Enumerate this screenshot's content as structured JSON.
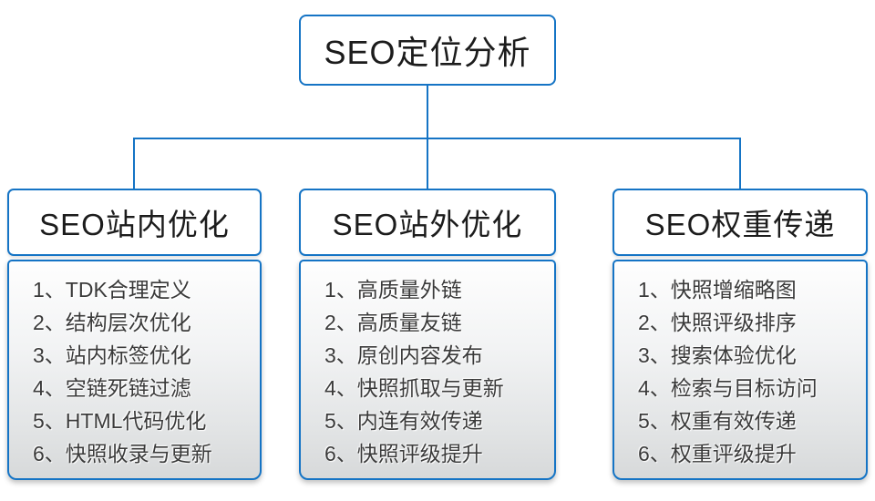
{
  "diagram": {
    "colors": {
      "line": "#1574c5",
      "header_bg": "#ffffff",
      "body_gradient_top": "#fefefe",
      "body_gradient_bottom": "#d7d9da",
      "text": "#1c1c1c",
      "list_text": "#3a3a3a"
    },
    "root": {
      "label": "SEO定位分析"
    },
    "branches": [
      {
        "title": "SEO站内优化",
        "items": [
          "1、TDK合理定义",
          "2、结构层次优化",
          "3、站内标签优化",
          "4、空链死链过滤",
          "5、HTML代码优化",
          "6、快照收录与更新"
        ]
      },
      {
        "title": "SEO站外优化",
        "items": [
          "1、高质量外链",
          "2、高质量友链",
          "3、原创内容发布",
          "4、快照抓取与更新",
          "5、内连有效传递",
          "6、快照评级提升"
        ]
      },
      {
        "title": "SEO权重传递",
        "items": [
          "1、快照增缩略图",
          "2、快照评级排序",
          "3、搜索体验优化",
          "4、检索与目标访问",
          "5、权重有效传递",
          "6、权重评级提升"
        ]
      }
    ]
  }
}
